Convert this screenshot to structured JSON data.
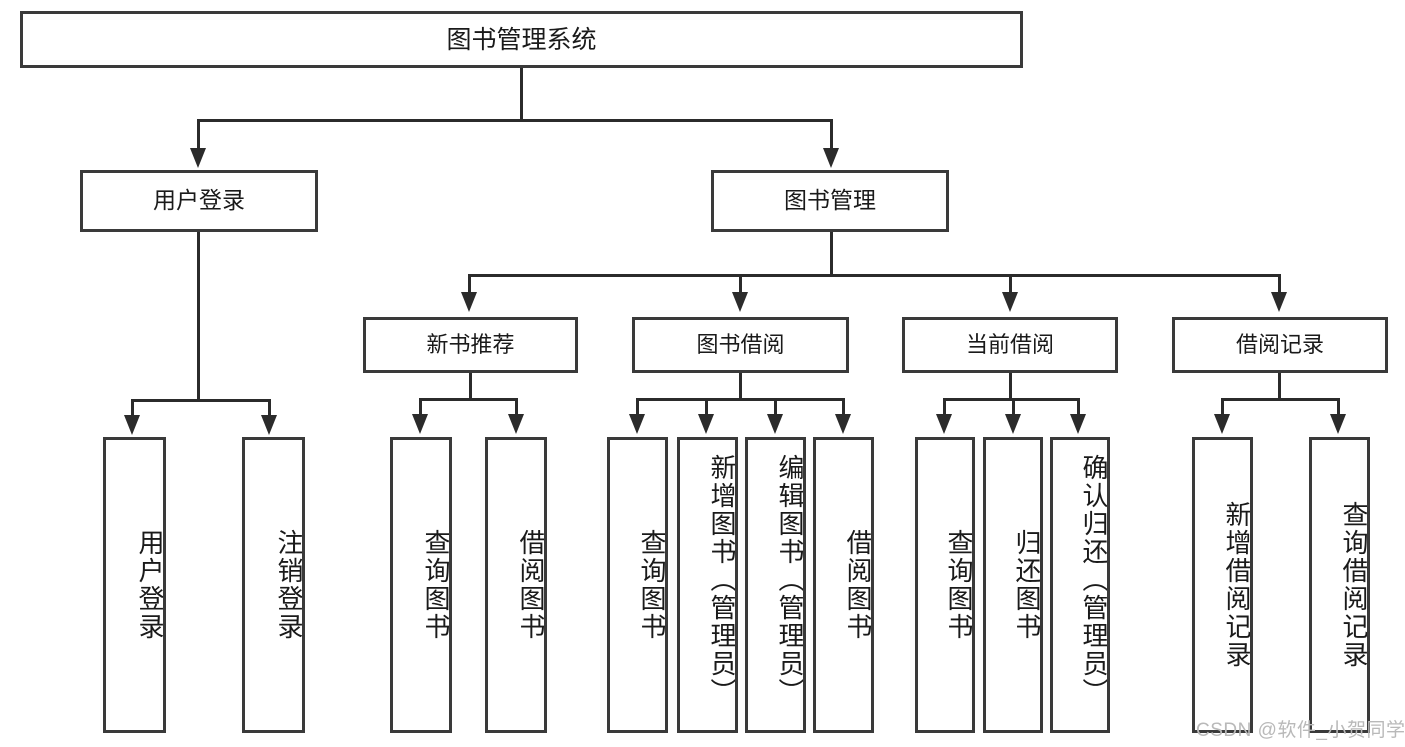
{
  "diagram": {
    "title": "图书管理系统",
    "root": {
      "label": "图书管理系统"
    },
    "level2": [
      {
        "label": "用户登录"
      },
      {
        "label": "图书管理"
      }
    ],
    "level3": [
      {
        "label": "新书推荐"
      },
      {
        "label": "图书借阅"
      },
      {
        "label": "当前借阅"
      },
      {
        "label": "借阅记录"
      }
    ],
    "leaves": [
      {
        "label": "用户登录",
        "parent": "用户登录"
      },
      {
        "label": "注销登录",
        "parent": "用户登录"
      },
      {
        "label": "查询图书",
        "parent": "新书推荐"
      },
      {
        "label": "借阅图书",
        "parent": "新书推荐"
      },
      {
        "label": "查询图书",
        "parent": "图书借阅"
      },
      {
        "label": "新增图书（管理员）",
        "parent": "图书借阅"
      },
      {
        "label": "编辑图书（管理员）",
        "parent": "图书借阅"
      },
      {
        "label": "借阅图书",
        "parent": "图书借阅"
      },
      {
        "label": "查询图书",
        "parent": "当前借阅"
      },
      {
        "label": "归还图书",
        "parent": "当前借阅"
      },
      {
        "label": "确认归还（管理员）",
        "parent": "当前借阅"
      },
      {
        "label": "新增借阅记录",
        "parent": "借阅记录"
      },
      {
        "label": "查询借阅记录",
        "parent": "借阅记录"
      }
    ]
  },
  "watermark": {
    "text": "CSDN @软件_小贺同学"
  },
  "colors": {
    "border": "#3a3a3a",
    "connector": "#2b2b2b",
    "background": "#ffffff",
    "text": "#1a1a1a",
    "watermark": "#b9b9b9"
  }
}
